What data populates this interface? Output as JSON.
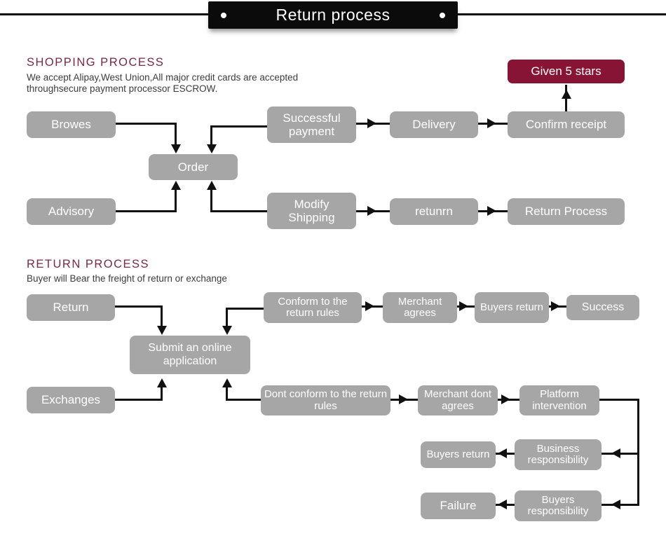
{
  "banner": {
    "title": "Return process"
  },
  "shopping_section": {
    "heading": "SHOPPING PROCESS",
    "description_line1": "We accept Alipay,West Union,All major credit cards are accepted",
    "description_line2": "throughsecure payment processor ESCROW.",
    "nodes": {
      "browes": "Browes",
      "order": "Order",
      "advisory": "Advisory",
      "successful_payment": "Successful payment",
      "delivery": "Delivery",
      "confirm_receipt": "Confirm receipt",
      "given_5_stars": "Given 5 stars",
      "modify_shipping": "Modify Shipping",
      "retunrn": "retunrn",
      "return_process": "Return Process"
    },
    "flow": [
      "Browes -> Order",
      "Advisory -> Order",
      "Successful payment -> Order",
      "Modify Shipping -> Order",
      "Successful payment -> Delivery -> Confirm receipt -> Given 5 stars",
      "Modify Shipping -> retunrn -> Return Process"
    ]
  },
  "return_section": {
    "heading": "RETURN PROCESS",
    "description_line1": "Buyer will Bear the freight of return or exchange",
    "nodes": {
      "return": "Return",
      "exchanges": "Exchanges",
      "submit_application": "Submit an online application",
      "conform_rules": "Conform to the return rules",
      "merchant_agrees": "Merchant agrees",
      "buyers_return_top": "Buyers return",
      "success": "Success",
      "dont_conform_rules": "Dont conform to the return rules",
      "merchant_dont_agrees": "Merchant dont agrees",
      "platform_intervention": "Platform intervention",
      "buyers_return_bottom": "Buyers return",
      "business_responsibility": "Business responsibility",
      "failure": "Failure",
      "buyers_responsibility": "Buyers responsibility"
    },
    "flow": [
      "Return -> Submit an online application",
      "Exchanges -> Submit an online application",
      "Conform to the return rules -> Submit an online application",
      "Dont conform to the return rules -> Submit an online application",
      "Conform to the return rules -> Merchant agrees -> Buyers return -> Success",
      "Dont conform to the return rules -> Merchant dont agrees -> Platform intervention",
      "Platform intervention -> Business responsibility -> Buyers return",
      "Platform intervention -> Buyers responsibility -> Failure"
    ]
  },
  "colors": {
    "node_gray": "#a6a6a6",
    "accent_maroon": "#871434",
    "heading_maroon": "#76294a",
    "line_black": "#111111",
    "banner_black": "#0b0b0b"
  }
}
